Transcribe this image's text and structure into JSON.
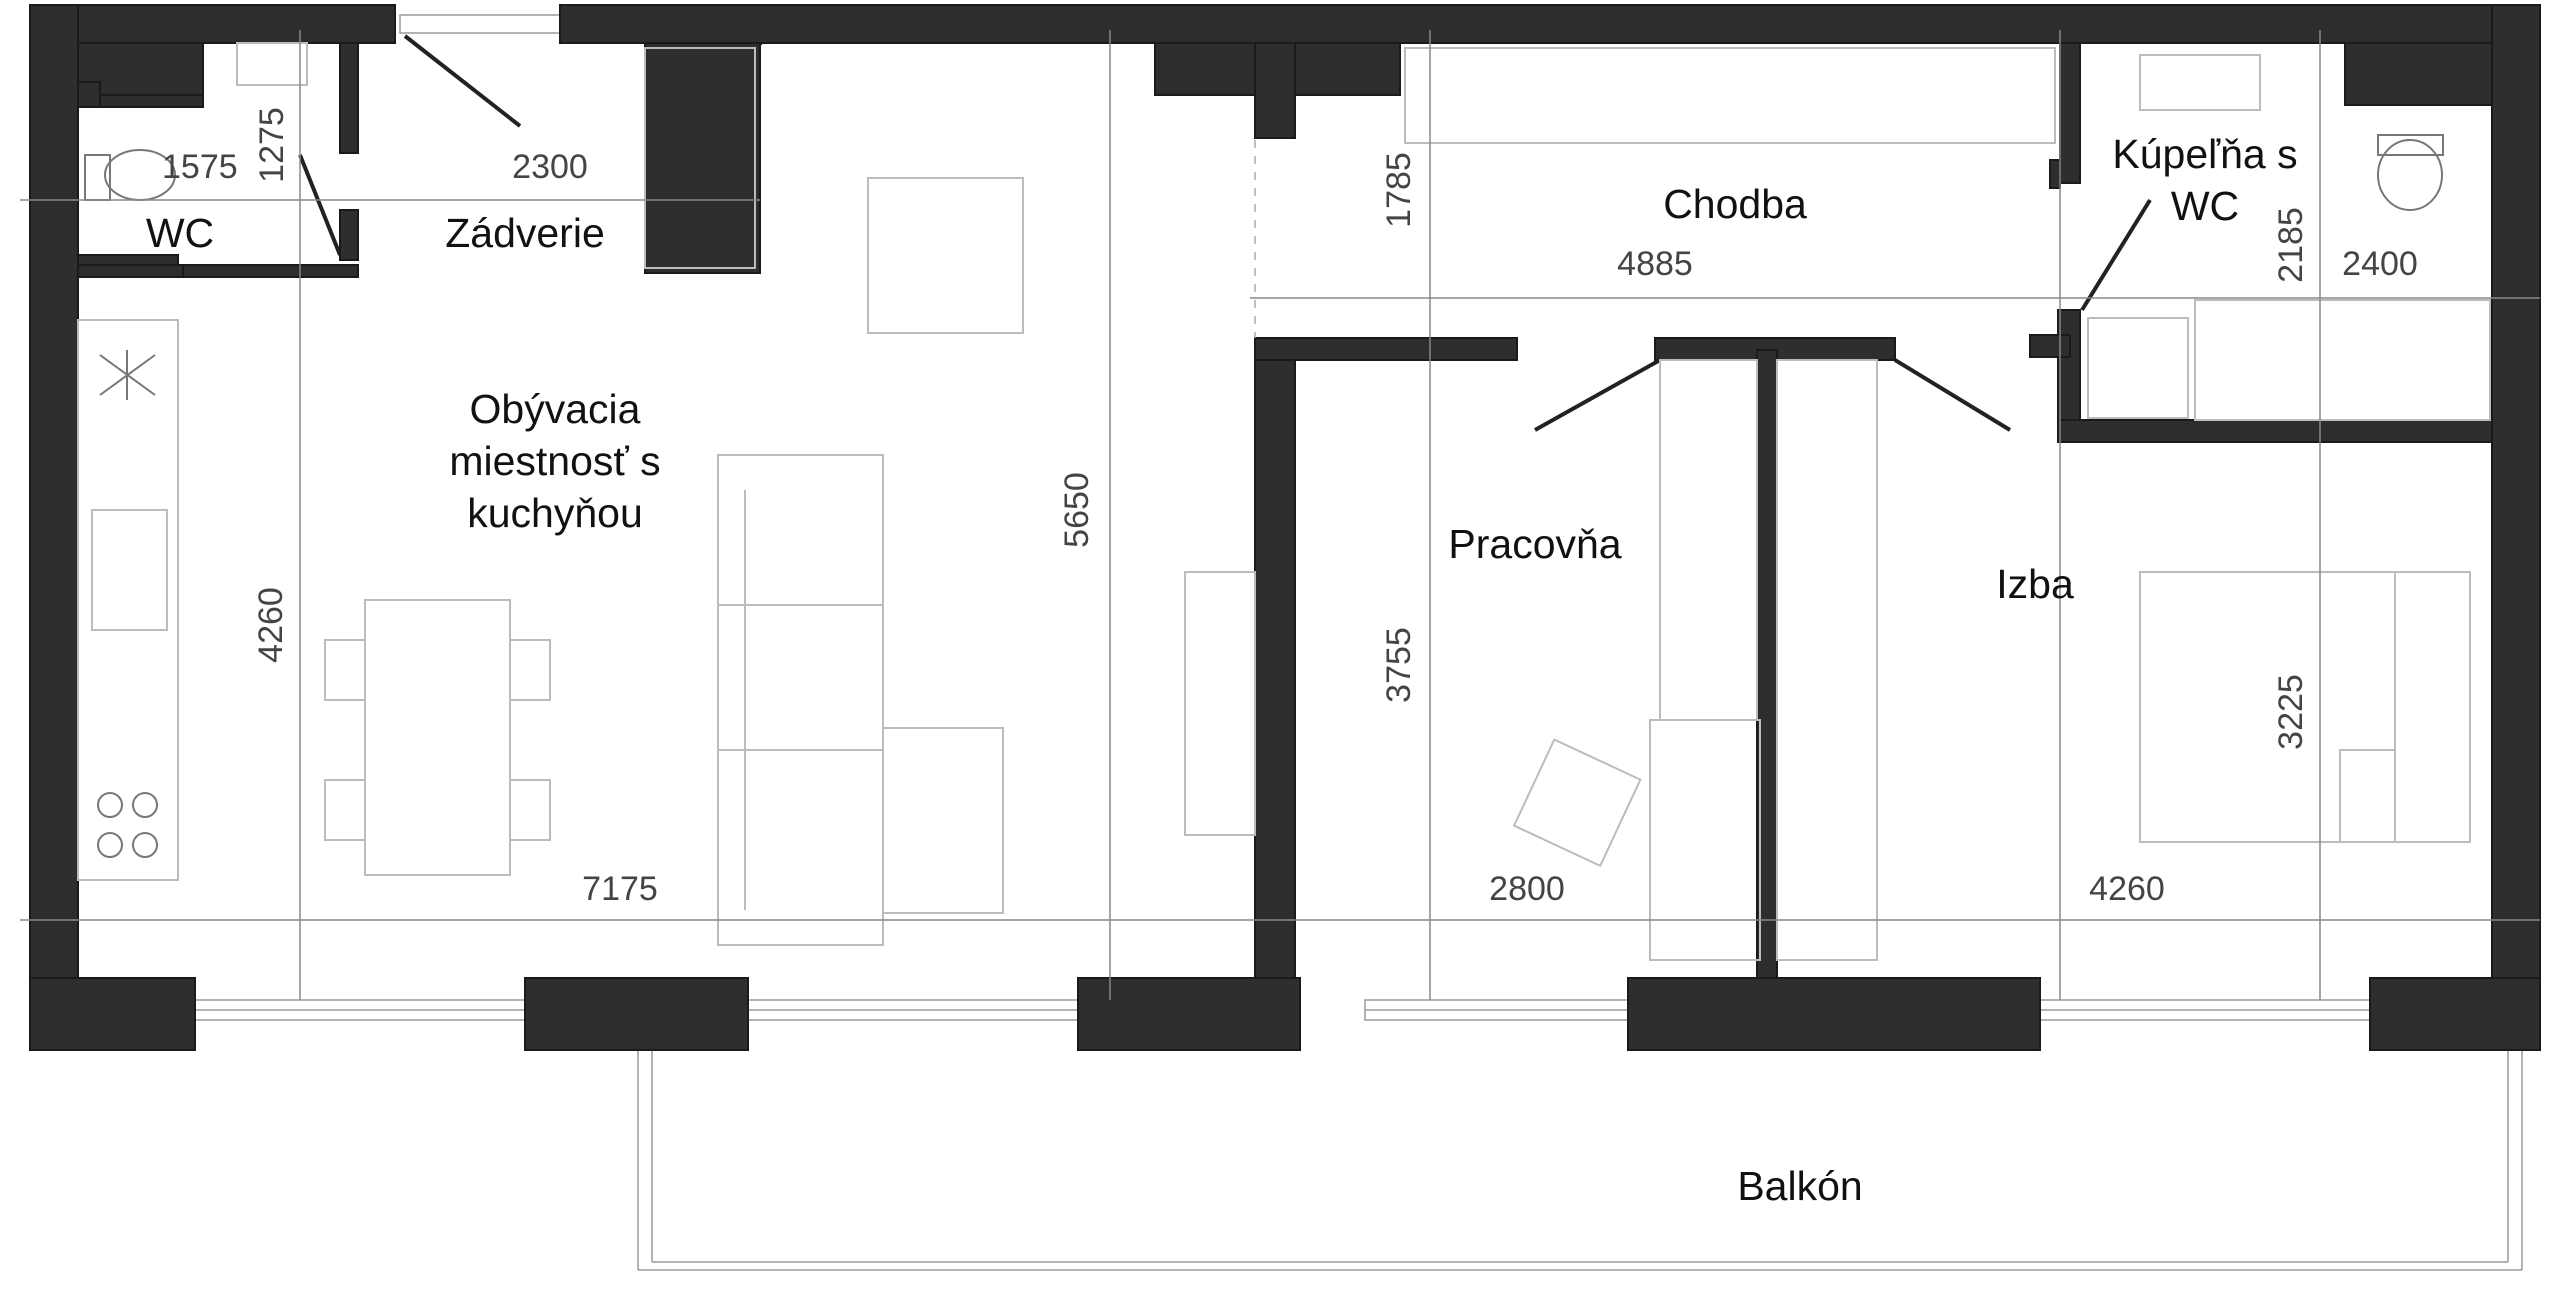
{
  "rooms": {
    "wc": "WC",
    "zadverie": "Zádverie",
    "obyvacia": [
      "Obývacia",
      "miestnosť s",
      "kuchyňou"
    ],
    "chodba": "Chodba",
    "kupelna": [
      "Kúpeľňa s",
      "WC"
    ],
    "pracovna": "Pracovňa",
    "izba": "Izba",
    "balkon": "Balkón"
  },
  "dimensions": {
    "d1575": "1575",
    "d1275": "1275",
    "d2300": "2300",
    "d1785": "1785",
    "d4885": "4885",
    "d2185": "2185",
    "d2400": "2400",
    "d5650": "5650",
    "d4260a": "4260",
    "d3755": "3755",
    "d3225": "3225",
    "d7175": "7175",
    "d2800": "2800",
    "d4260b": "4260"
  },
  "colors": {
    "wall": "#2e2e2e",
    "furniture": "#bcbcbc",
    "text": "#111111"
  }
}
